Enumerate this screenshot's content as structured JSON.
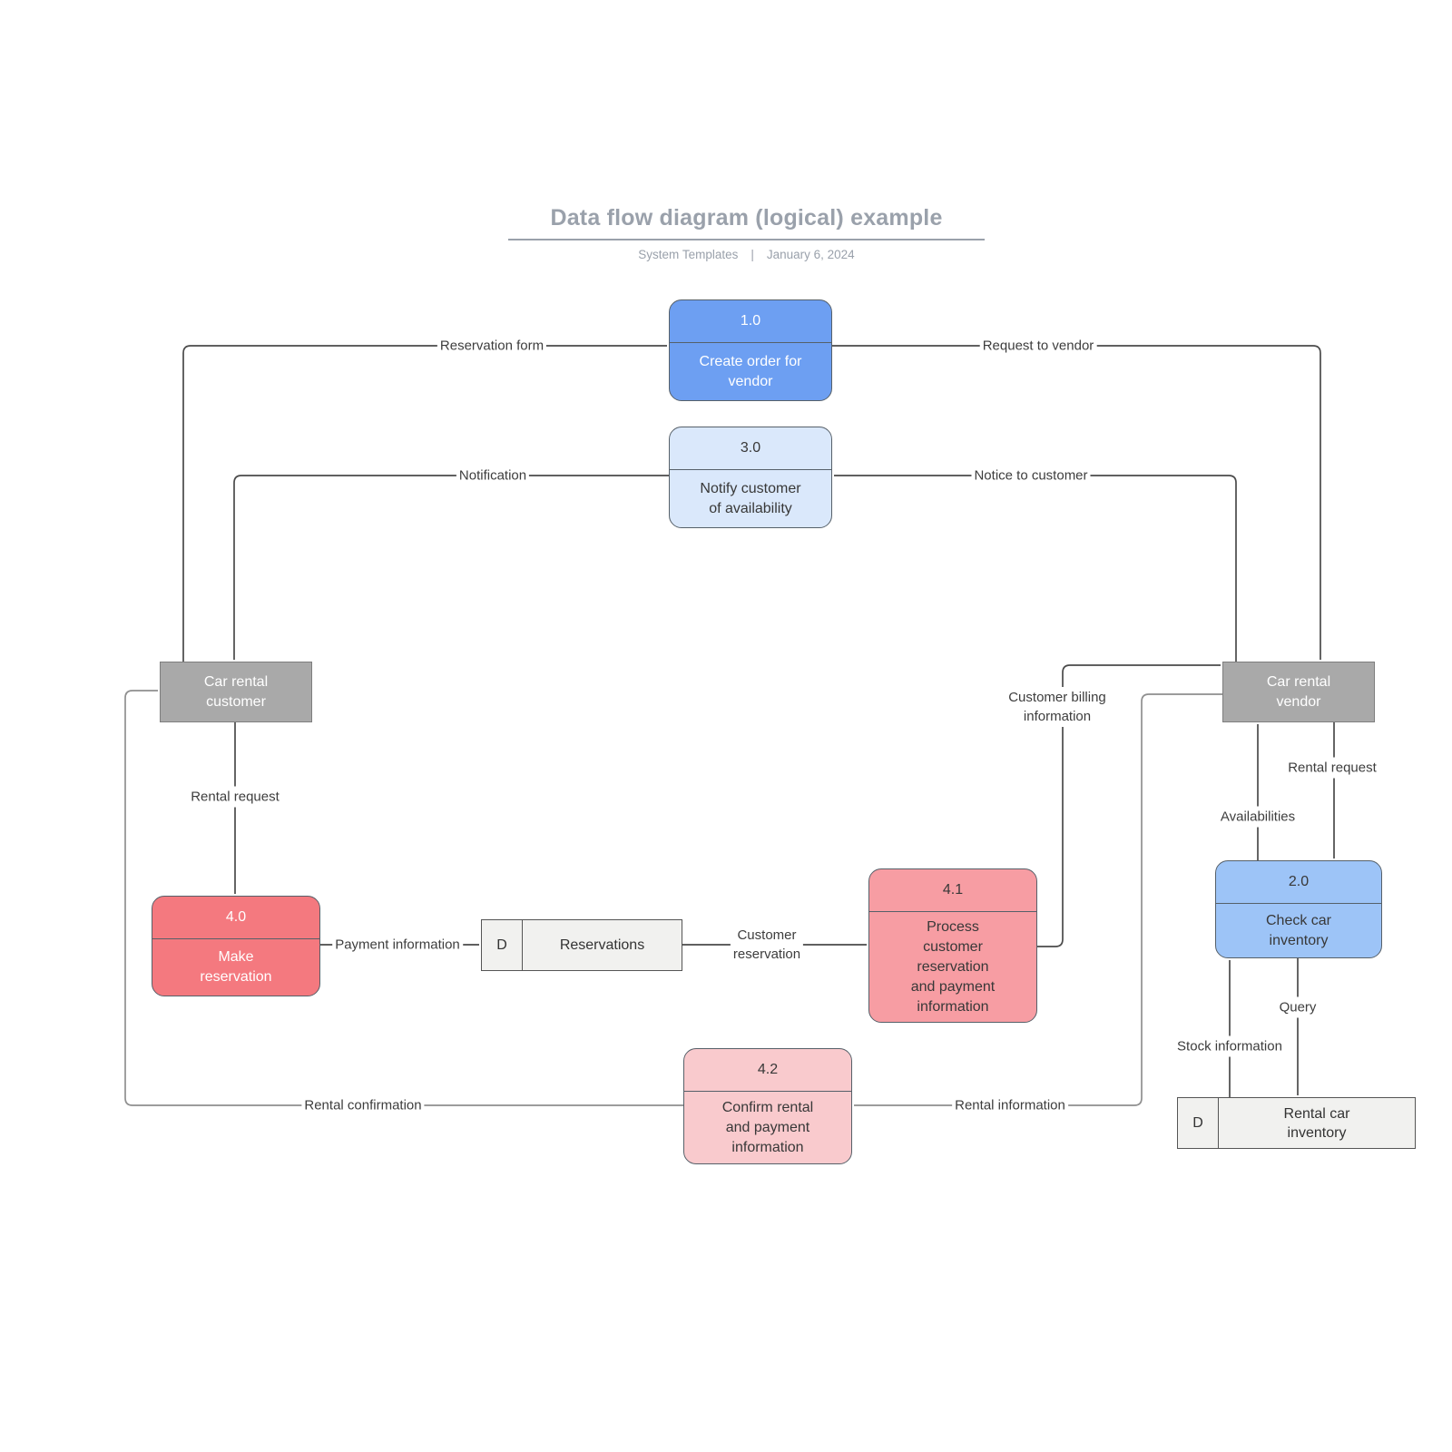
{
  "diagram_type": "data-flow-diagram",
  "header": {
    "title": "Data flow diagram (logical) example",
    "author": "System Templates",
    "separator": "|",
    "date": "January 6, 2024"
  },
  "nodes": {
    "p10": {
      "id": "1.0",
      "label": "Create order for vendor"
    },
    "p30": {
      "id": "3.0",
      "label": "Notify customer of availability"
    },
    "p20": {
      "id": "2.0",
      "label": "Check car inventory"
    },
    "p40": {
      "id": "4.0",
      "label": "Make reservation"
    },
    "p41": {
      "id": "4.1",
      "label": "Process customer reservation and payment information"
    },
    "p42": {
      "id": "4.2",
      "label": "Confirm rental and payment information"
    },
    "customer": {
      "label": "Car rental customer"
    },
    "vendor": {
      "label": "Car rental vendor"
    },
    "store_reservations": {
      "prefix": "D",
      "label": "Reservations"
    },
    "store_inventory": {
      "prefix": "D",
      "label": "Rental car inventory"
    }
  },
  "flows": [
    {
      "name": "reservation-form",
      "label": "Reservation form",
      "from": "Car rental customer",
      "to": "1.0 Create order for vendor"
    },
    {
      "name": "request-to-vendor",
      "label": "Request to vendor",
      "from": "1.0 Create order for vendor",
      "to": "Car rental vendor"
    },
    {
      "name": "notice-to-customer",
      "label": "Notice to customer",
      "from": "Car rental vendor",
      "to": "3.0 Notify customer of availability"
    },
    {
      "name": "notification",
      "label": "Notification",
      "from": "3.0 Notify customer of availability",
      "to": "Car rental customer"
    },
    {
      "name": "rental-request-customer",
      "label": "Rental request",
      "from": "Car rental customer",
      "to": "4.0 Make reservation"
    },
    {
      "name": "payment-information",
      "label": "Payment information",
      "from": "4.0 Make reservation",
      "to": "Reservations"
    },
    {
      "name": "customer-reservation",
      "label": "Customer\nreservation",
      "from": "Reservations",
      "to": "4.1 Process customer reservation and payment information"
    },
    {
      "name": "customer-billing-information",
      "label": "Customer billing\ninformation",
      "from": "4.1 Process customer reservation and payment information",
      "to": "Car rental vendor"
    },
    {
      "name": "rental-information",
      "label": "Rental information",
      "from": "Car rental vendor",
      "to": "4.2 Confirm rental and payment information"
    },
    {
      "name": "rental-confirmation",
      "label": "Rental confirmation",
      "from": "4.2 Confirm rental and payment information",
      "to": "Car rental customer"
    },
    {
      "name": "availabilities",
      "label": "Availabilities",
      "from": "2.0 Check car inventory",
      "to": "Car rental vendor"
    },
    {
      "name": "rental-request-vendor",
      "label": "Rental request",
      "from": "Car rental vendor",
      "to": "2.0 Check car inventory"
    },
    {
      "name": "stock-information",
      "label": "Stock information",
      "from": "Rental car inventory",
      "to": "2.0 Check car inventory"
    },
    {
      "name": "query",
      "label": "Query",
      "from": "2.0 Check car inventory",
      "to": "Rental car inventory"
    }
  ],
  "palette": {
    "process_blue": "#6d9ff2",
    "process_light_blue": "#dae8fb",
    "process_medium_blue": "#9dc4f7",
    "process_red": "#f4797f",
    "process_pink": "#f79da3",
    "process_light_pink": "#f9cacd",
    "entity_gray": "#a9a9a9",
    "store_gray": "#f1f1ef",
    "line_dark": "#4a4a4a",
    "line_gray": "#8f8f8f",
    "title_gray": "#9aa1ab"
  }
}
